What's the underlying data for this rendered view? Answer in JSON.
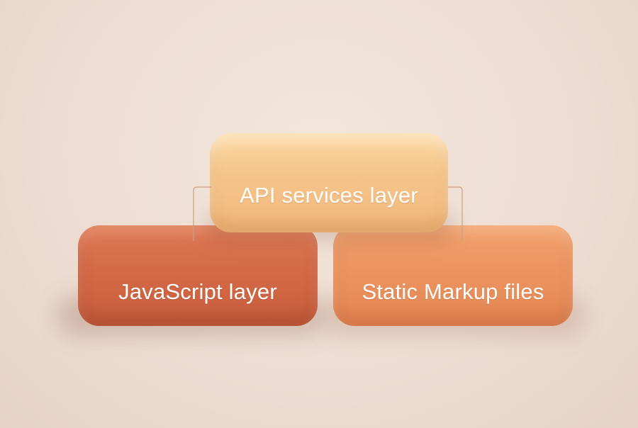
{
  "diagram": {
    "top_block": {
      "label": "API services layer",
      "color": "#f6c58b"
    },
    "left_block": {
      "label": "JavaScript layer",
      "color": "#d46a47"
    },
    "right_block": {
      "label": "Static Markup files",
      "color": "#ec9460"
    }
  },
  "colors": {
    "background": "#eddcd1",
    "connector": "#c9a083"
  }
}
